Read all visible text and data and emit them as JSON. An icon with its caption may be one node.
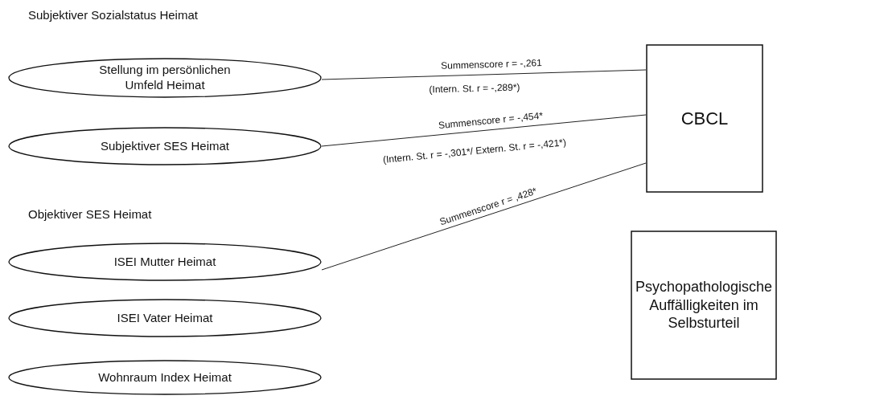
{
  "diagram": {
    "nodes": [
      {
        "text": [
          "Stellung im persönlichen Umfeld Heimat"
        ]
      },
      {
        "text": [
          "Subjektiver SES Heimat"
        ]
      },
      {
        "text": [
          "ISEI Mutter Heimat"
        ]
      },
      {
        "text": [
          "ISEI Vater Heimat"
        ]
      },
      {
        "text": [
          "Wohnraum Index Heimat"
        ]
      },
      {
        "text": [
          "CBCL"
        ]
      },
      {
        "text": [
          "Psychopathologische Auffälligkeiten im Selbsturteil"
        ]
      }
    ],
    "edges": [
      {
        "from": 0,
        "to": 5,
        "arrow": "none",
        "label": "Summenscore r = -,261"
      },
      {
        "from": 1,
        "to": 5,
        "arrow": "none",
        "label": "Summenscore r = -,454*"
      },
      {
        "from": 2,
        "to": 5,
        "arrow": "none",
        "label": "Summenscore r = ,428*"
      }
    ],
    "labels": [
      "Subjektiver Sozialstatus Heimat",
      "(Intern. St. r = -,289*)",
      "(Intern. St. r = -,301*/ Extern. St. r = -,421*)",
      "Objektiver SES Heimat"
    ]
  }
}
